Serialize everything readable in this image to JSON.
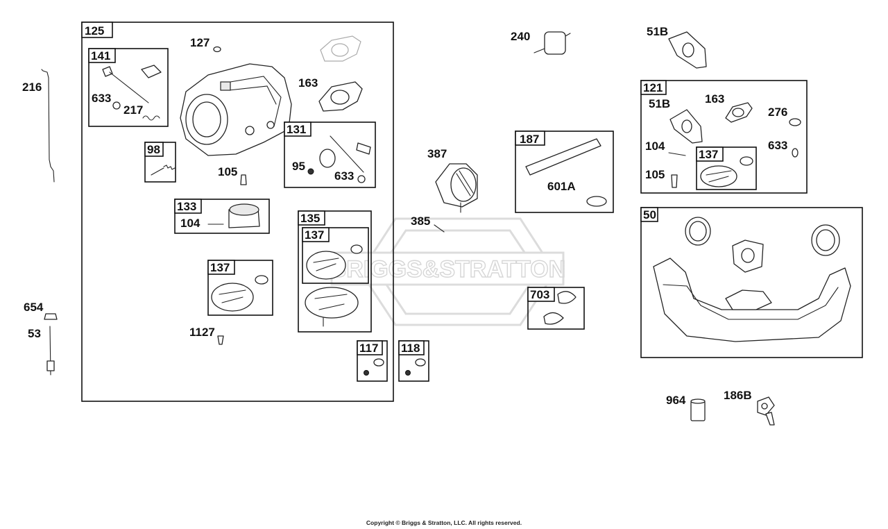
{
  "watermark": {
    "brand": "BRIGGS&STRATTON"
  },
  "boxes": {
    "b125": "125",
    "b141": "141",
    "b98": "98",
    "b131": "131",
    "b133": "133",
    "b135": "135",
    "b137a": "137",
    "b137b": "137",
    "b117": "117",
    "b118": "118",
    "b187": "187",
    "b121": "121",
    "b137c": "137",
    "b50": "50",
    "b703": "703"
  },
  "labels": {
    "l216": "216",
    "l127": "127",
    "l163a": "163",
    "l633a": "633",
    "l217": "217",
    "l105a": "105",
    "l95": "95",
    "l633b": "633",
    "l104a": "104",
    "l1127": "1127",
    "l654": "654",
    "l53": "53",
    "l240": "240",
    "l387": "387",
    "l385": "385",
    "l601A": "601A",
    "l51Ba": "51B",
    "l51Bb": "51B",
    "l163b": "163",
    "l276": "276",
    "l104b": "104",
    "l633c": "633",
    "l105b": "105",
    "l964": "964",
    "l186B": "186B"
  },
  "footer": {
    "copyright": "Copyright © Briggs & Stratton, LLC. All rights reserved."
  }
}
